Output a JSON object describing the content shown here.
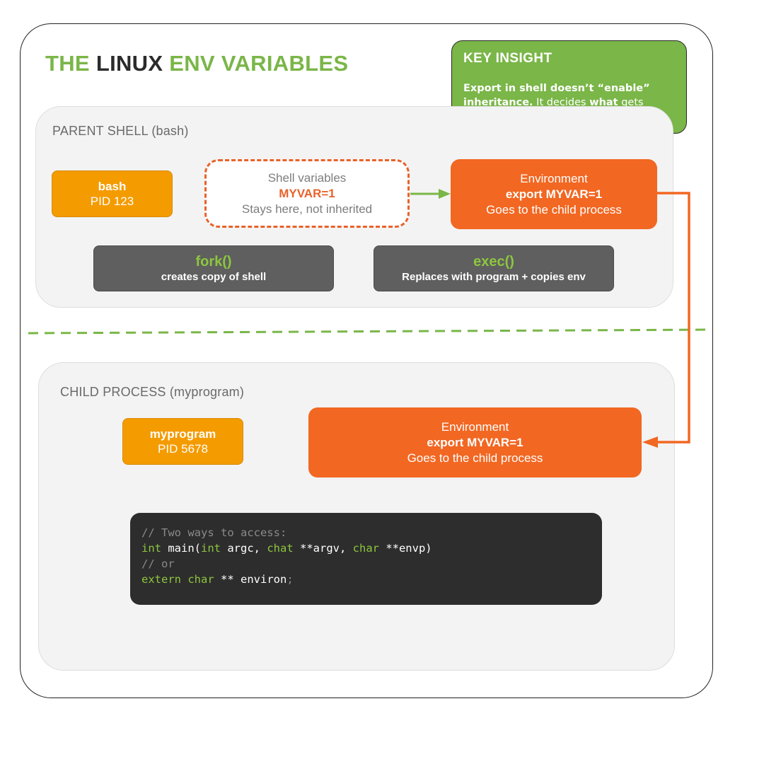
{
  "title": {
    "part1": "THE ",
    "part2": "LINUX",
    "part3": " ENV VARIABLES"
  },
  "insight": {
    "heading": "KEY INSIGHT",
    "bold1": "Export in shell doesn’t “enable” inheritance.",
    "text1": " It decides ",
    "bold2": "what",
    "text2": " gets inherited. Child gets a copy via exec()"
  },
  "parent": {
    "label": "PARENT SHELL (bash)",
    "process": {
      "name": "bash",
      "pid": "PID 123"
    },
    "shell_vars": {
      "title": "Shell variables",
      "var": "MYVAR=1",
      "note": "Stays here, not inherited"
    },
    "env": {
      "title": "Environment",
      "cmd": "export MYVAR=1",
      "note": "Goes to the child process"
    },
    "fork": {
      "name": "fork()",
      "desc": "creates copy of shell"
    },
    "exec": {
      "name": "exec()",
      "desc": "Replaces with program + copies env"
    }
  },
  "child": {
    "label": "CHILD PROCESS (myprogram)",
    "process": {
      "name": "myprogram",
      "pid": "PID 5678"
    },
    "env": {
      "title": "Environment",
      "cmd": "export MYVAR=1",
      "note": "Goes to the child process"
    }
  },
  "code": {
    "comment1": "// Two ways to access:",
    "l2_kw1": "int",
    "l2_t1": " main(",
    "l2_kw2": "int",
    "l2_t2": " argc, ",
    "l2_kw3": "chat",
    "l2_t3": " **argv, ",
    "l2_kw4": "char",
    "l2_t4": " **envp)",
    "comment2": "// or",
    "l4_kw1": "extern",
    "l4_sp": " ",
    "l4_kw2": "char",
    "l4_t1": " ** environ",
    "l4_semi": ";"
  },
  "colors": {
    "green": "#7ab648",
    "orange": "#f26722",
    "amber": "#f49b00",
    "dark_gray": "#5f5f5f",
    "code_bg": "#2d2d2d"
  }
}
